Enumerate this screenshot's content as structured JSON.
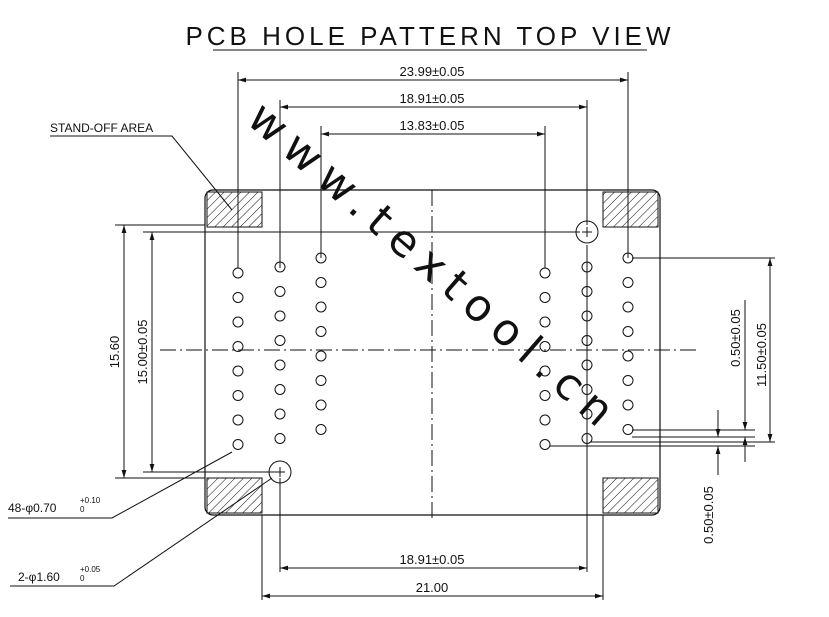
{
  "title": "PCB HOLE PATTERN TOP VIEW",
  "watermark": "www.textool.cn",
  "labels": {
    "standoff_area": "STAND-OFF AREA",
    "holes_48": "48-φ0.70",
    "holes_48_tol_top": "+0.10",
    "holes_48_tol_bot": "0",
    "holes_2": "2-φ1.60",
    "holes_2_tol_top": "+0.05",
    "holes_2_tol_bot": "0"
  },
  "dimensions": {
    "top_outer": "23.99±0.05",
    "top_mid": "18.91±0.05",
    "top_inner": "13.83±0.05",
    "bottom_mid": "18.91±0.05",
    "bottom_outer": "21.00",
    "left_outer": "15.60",
    "left_inner": "15.00±0.05",
    "right_pitch": "0.50±0.05",
    "right_span": "11.50±0.05",
    "bottom_right_pitch": "0.50±0.05"
  }
}
